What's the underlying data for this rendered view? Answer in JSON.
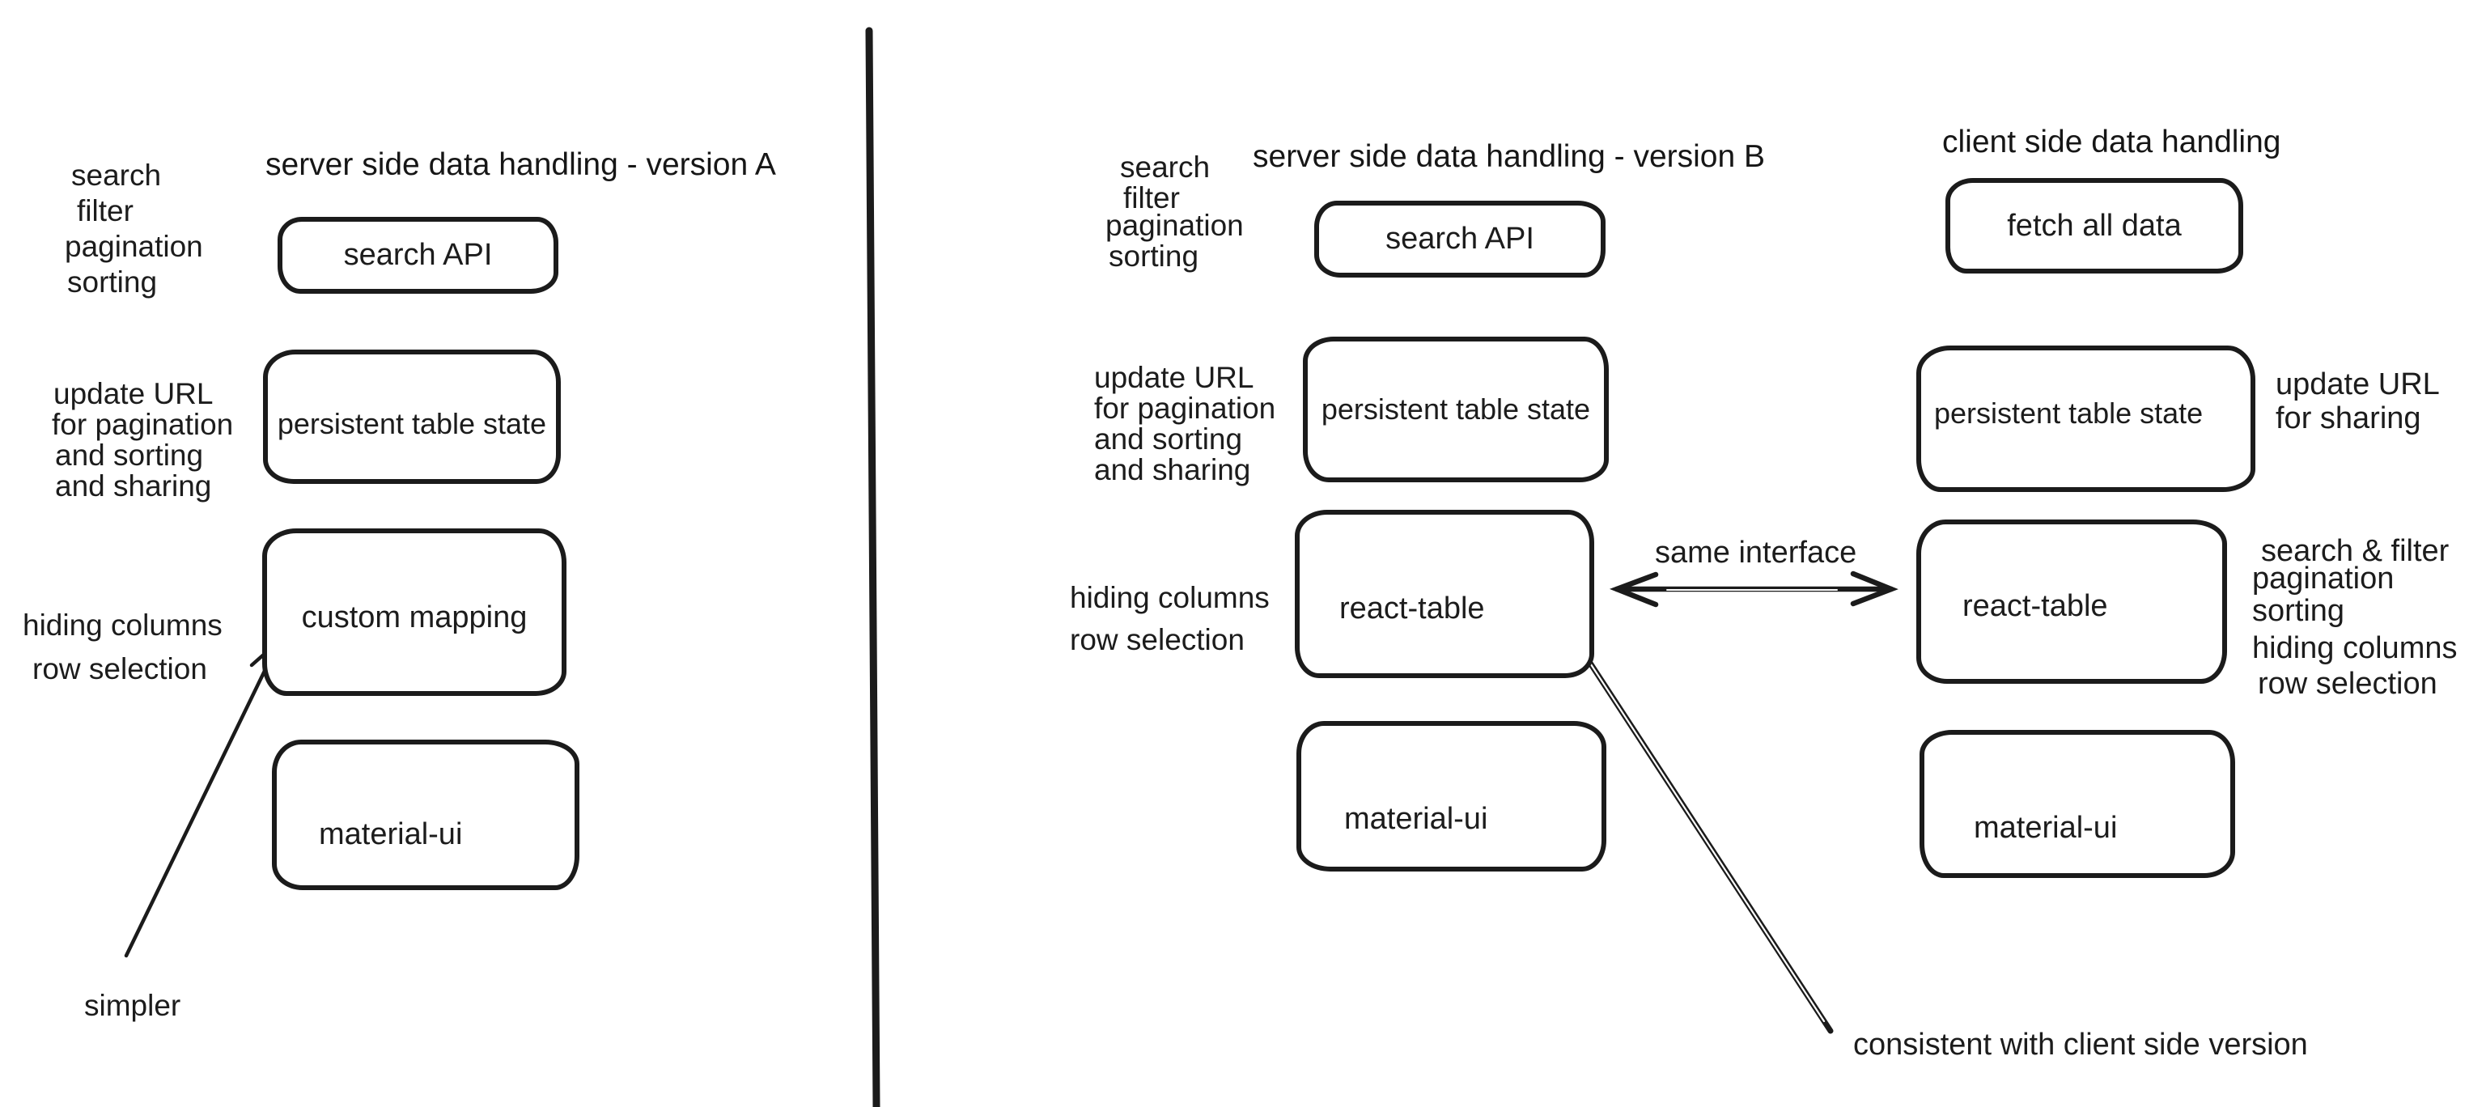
{
  "colors": {
    "ink": "#1b1b1b",
    "background": "#ffffff"
  },
  "panels": {
    "version_a": {
      "title": "server side data handling - version A",
      "feature_labels_top": [
        "search",
        "filter",
        "pagination",
        "sorting"
      ],
      "url_labels": [
        "update URL",
        "for pagination",
        "and sorting",
        "and sharing"
      ],
      "table_feature_labels": [
        "hiding columns",
        "row selection"
      ],
      "boxes": {
        "search_api": "search API",
        "persistent_state": "persistent table state",
        "mapping": "custom mapping",
        "ui_library": "material-ui"
      },
      "annotation_simpler": "simpler"
    },
    "version_b": {
      "title": "server side data handling - version B",
      "feature_labels_top": [
        "search",
        "filter",
        "pagination",
        "sorting"
      ],
      "url_labels": [
        "update URL",
        "for pagination",
        "and sorting",
        "and sharing"
      ],
      "table_feature_labels": [
        "hiding columns",
        "row selection"
      ],
      "boxes": {
        "search_api": "search API",
        "persistent_state": "persistent table state",
        "table_library": "react-table",
        "ui_library": "material-ui"
      }
    },
    "client_side": {
      "title": "client side data handling",
      "boxes": {
        "fetch": "fetch all data",
        "persistent_state": "persistent table state",
        "table_library": "react-table",
        "ui_library": "material-ui"
      },
      "url_labels": [
        "update URL",
        "for sharing"
      ],
      "table_feature_labels": [
        "search & filter",
        "pagination",
        "sorting",
        "hiding columns",
        "row selection"
      ]
    }
  },
  "annotations": {
    "same_interface": "same interface",
    "consistent_note": "consistent with client side version"
  }
}
